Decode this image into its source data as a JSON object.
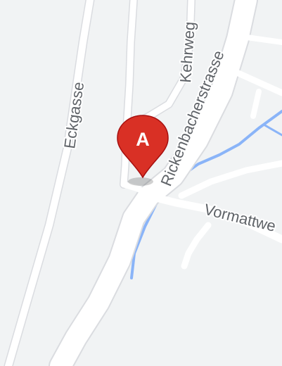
{
  "map": {
    "colors": {
      "land": "#f1f3f4",
      "road": "#ffffff",
      "road_casing": "#dadce0",
      "water": "#8ab4f8",
      "marker": "#d93025",
      "marker_stroke": "#a50e0e",
      "label_text": "#5f6368"
    },
    "streets": [
      {
        "id": "eckgasse",
        "name": "Eckgasse"
      },
      {
        "id": "kehrweg",
        "name": "Kehrweg"
      },
      {
        "id": "rickenbacherstrasse",
        "name": "Rickenbacherstrasse"
      },
      {
        "id": "vormattweg",
        "name": "Vormattwe"
      }
    ],
    "marker": {
      "label": "A",
      "icon": "map-pin-icon"
    }
  }
}
